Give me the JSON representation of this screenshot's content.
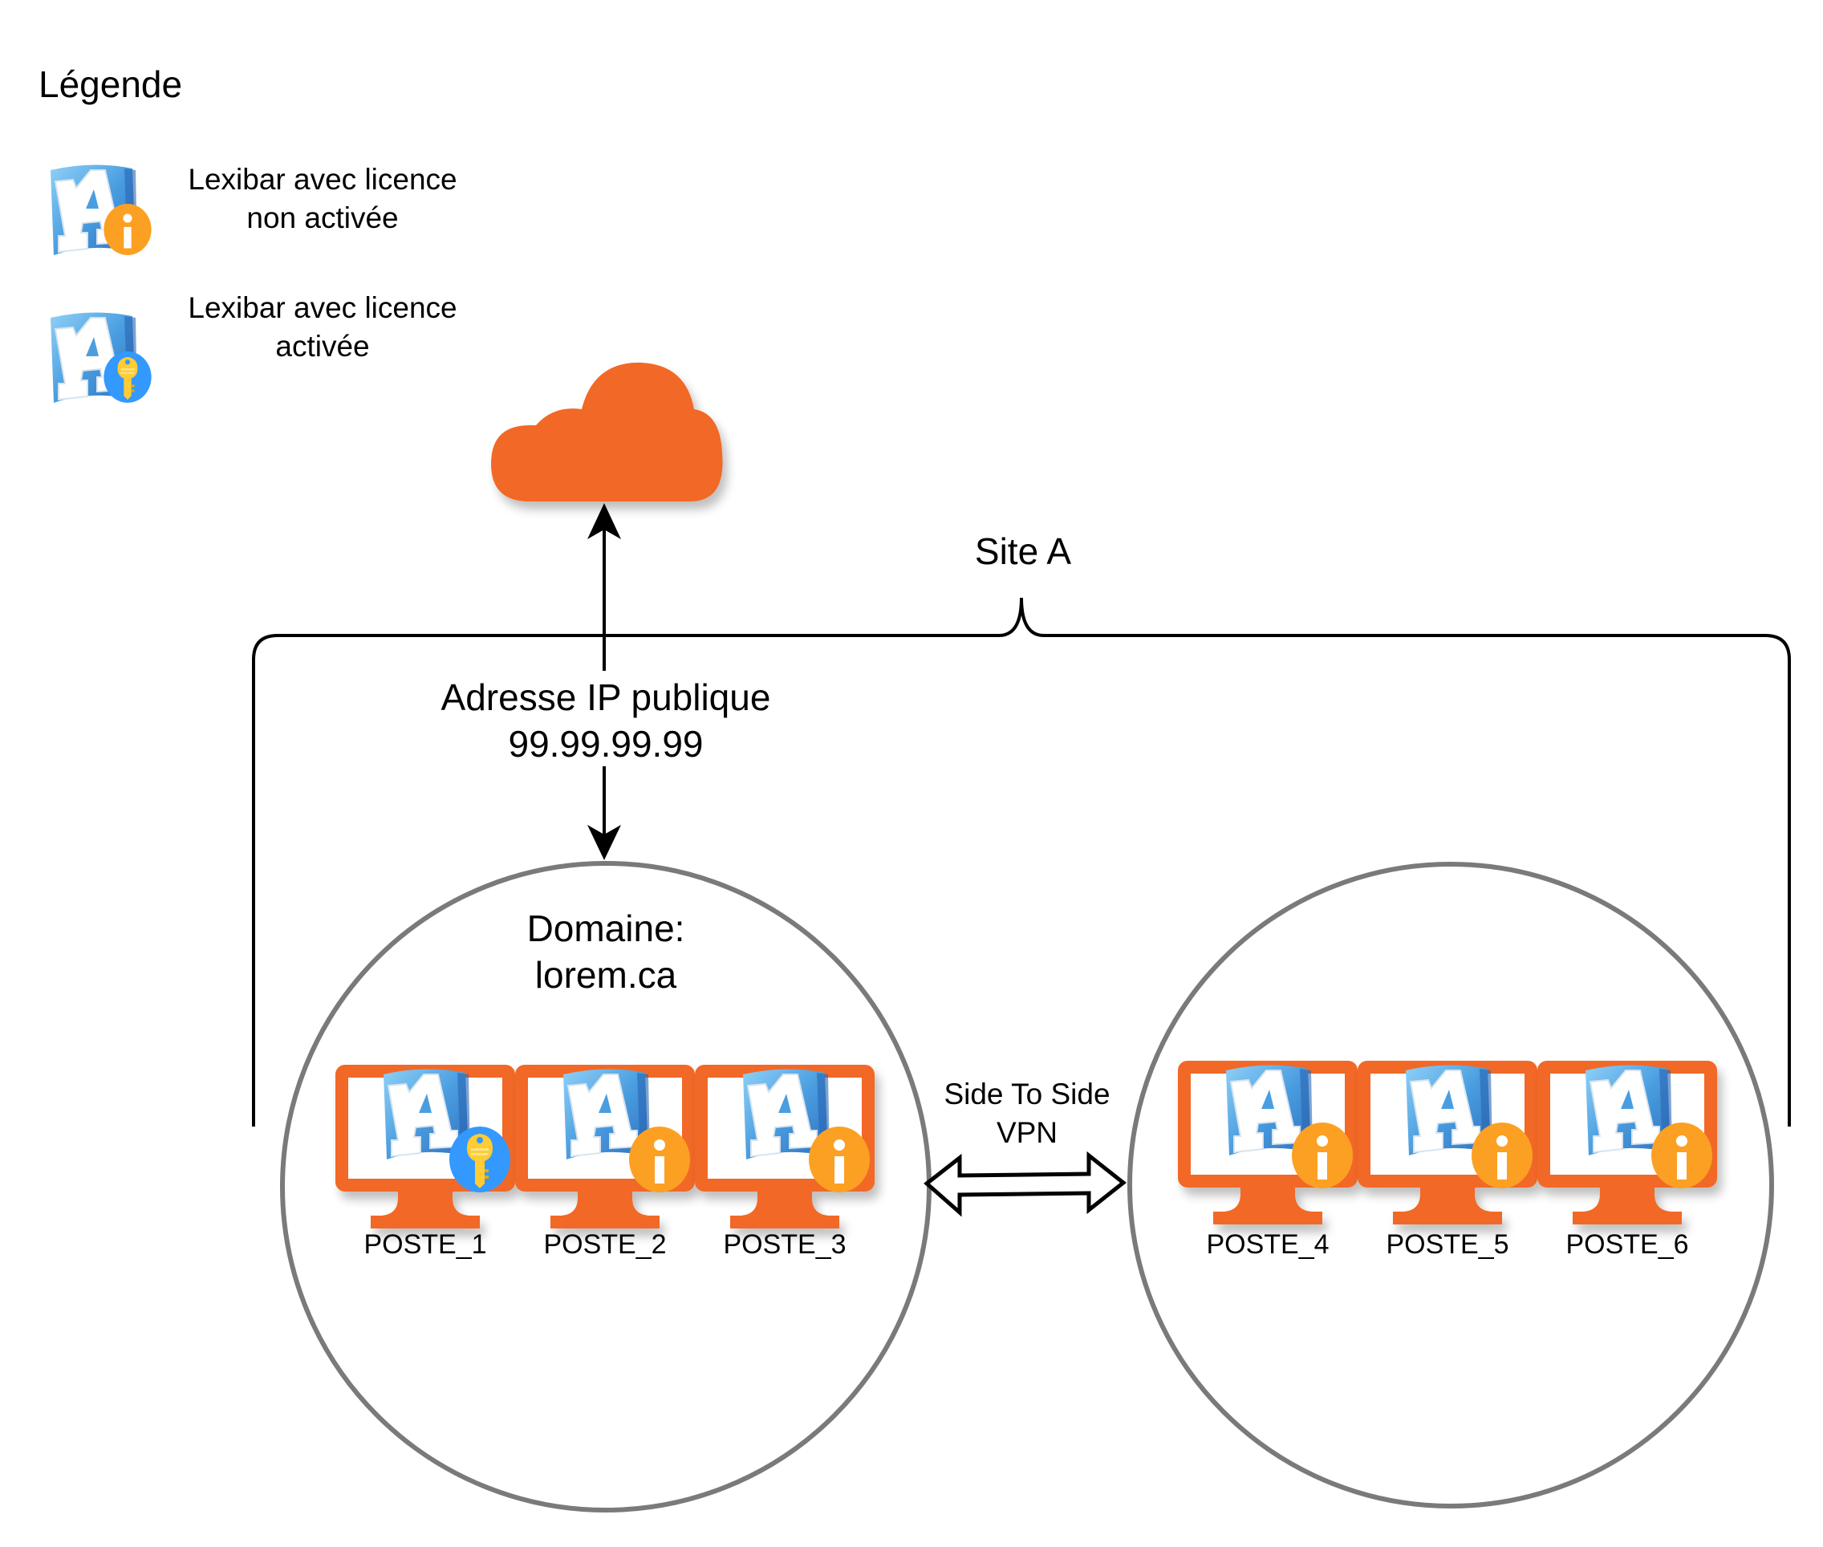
{
  "legend": {
    "title": "Légende",
    "items": [
      {
        "icon": "lexibar-info-icon",
        "badge": "info",
        "line1": "Lexibar avec licence",
        "line2": "non activée"
      },
      {
        "icon": "lexibar-key-icon",
        "badge": "key",
        "line1": "Lexibar avec licence",
        "line2": "activée"
      }
    ]
  },
  "cloud": {
    "icon": "cloud-icon",
    "color": "#f26827"
  },
  "site": {
    "label": "Site A"
  },
  "public_ip": {
    "line1": "Adresse IP publique",
    "line2": "99.99.99.99"
  },
  "domain": {
    "line1": "Domaine:",
    "line2": "lorem.ca"
  },
  "vpn": {
    "line1": "Side To Side",
    "line2": "VPN"
  },
  "colors": {
    "monitor": "#f26827",
    "info_badge": "#fca023",
    "key_badge": "#3399ff",
    "key": "#ffcc33",
    "circle_stroke": "#7a7a7a",
    "lines": "#000000"
  },
  "workstations": [
    {
      "name": "POSTE_1",
      "license": "activée",
      "badge": "key"
    },
    {
      "name": "POSTE_2",
      "license": "non activée",
      "badge": "info"
    },
    {
      "name": "POSTE_3",
      "license": "non activée",
      "badge": "info"
    },
    {
      "name": "POSTE_4",
      "license": "non activée",
      "badge": "info"
    },
    {
      "name": "POSTE_5",
      "license": "non activée",
      "badge": "info"
    },
    {
      "name": "POSTE_6",
      "license": "non activée",
      "badge": "info"
    }
  ]
}
